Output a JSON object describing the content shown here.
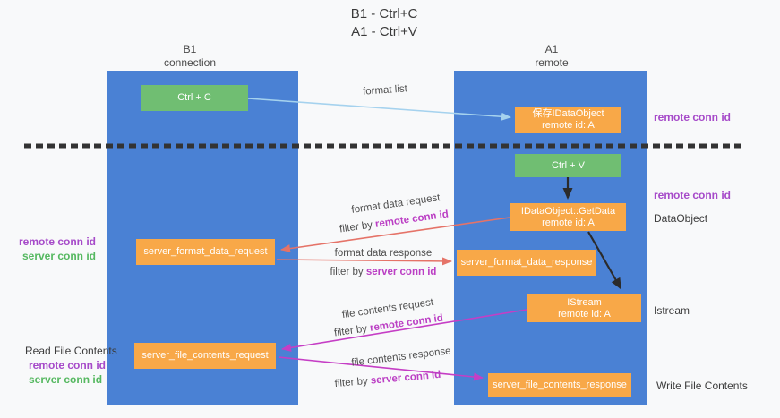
{
  "title": {
    "line1": "B1 - Ctrl+C",
    "line2": "A1 - Ctrl+V"
  },
  "lanes": {
    "left": {
      "name": "B1",
      "role": "connection"
    },
    "right": {
      "name": "A1",
      "role": "remote"
    }
  },
  "nodes": {
    "ctrl_c": {
      "label": "Ctrl + C"
    },
    "ctrl_v": {
      "label": "Ctrl + V"
    },
    "save_dataobject": {
      "line1": "保存IDataObject",
      "line2": "remote id: A"
    },
    "getdata": {
      "line1": "IDataObject::GetData",
      "line2": "remote id: A"
    },
    "istream": {
      "line1": "IStream",
      "line2": "remote id: A"
    },
    "server_format_data_request": {
      "label": "server_format_data_request"
    },
    "server_format_data_response": {
      "label": "server_format_data_response"
    },
    "server_file_contents_request": {
      "label": "server_file_contents_request"
    },
    "server_file_contents_response": {
      "label": "server_file_contents_response"
    }
  },
  "flow_labels": {
    "format_list": "format list",
    "format_data_request": "format data request",
    "format_data_response": "format data response",
    "file_contents_request": "file contents request",
    "file_contents_response": "file contents response",
    "filter_by_prefix": "filter by ",
    "remote_conn_id": "remote conn id",
    "server_conn_id": "server conn id"
  },
  "side_labels": {
    "right_remote_conn_id_top": "remote conn id",
    "right_remote_conn_id_mid": "remote conn id",
    "dataobject": "DataObject",
    "istream": "Istream",
    "write_file_contents": "Write File Contents",
    "left_remote_conn_id_top": "remote conn id",
    "left_server_conn_id_top": "server conn id",
    "read_file_contents": "Read File Contents",
    "left_remote_conn_id_bottom": "remote conn id",
    "left_server_conn_id_bottom": "server conn id"
  },
  "colors": {
    "lane_blue": "#4a81d4",
    "node_orange": "#f8a848",
    "node_green": "#70be72",
    "arrow_lightblue": "#a5d2ee",
    "arrow_salmon": "#e57368",
    "arrow_magenta": "#c53ec5",
    "arrow_black": "#2b2b2b",
    "label_purple": "#a64ac9",
    "label_green": "#55b860",
    "dashed_line": "#333333"
  }
}
